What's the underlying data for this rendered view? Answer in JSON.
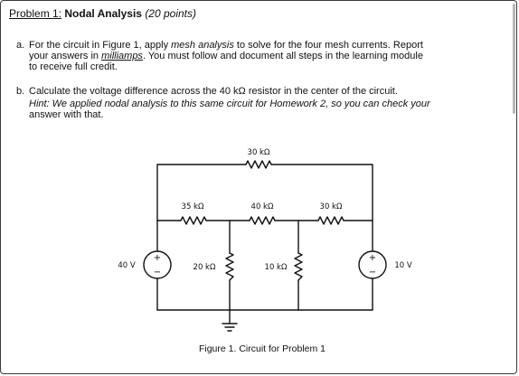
{
  "problem": {
    "prefix": "Problem 1:",
    "title": "Nodal Analysis",
    "points": "(20 points)"
  },
  "item_a": {
    "marker": "a.",
    "l1_pre": "For the circuit in Figure 1, apply ",
    "l1_em": "mesh analysis",
    "l1_post": " to solve for the four mesh currents. Report",
    "l2_pre": "your answers in ",
    "l2_u": "milliamps",
    "l2_post": ". You must follow and document all steps in the learning module",
    "l3": "to receive full credit."
  },
  "item_b": {
    "marker": "b.",
    "l1": "Calculate the voltage difference across the 40 kΩ resistor in the center of the circuit.",
    "l2": "Hint: We applied nodal analysis to this same circuit for Homework 2, so you can check your",
    "l3": "answer with that."
  },
  "circuit": {
    "r_top": "30 kΩ",
    "r_mid_left": "35 kΩ",
    "r_mid_center": "40 kΩ",
    "r_mid_right": "30 kΩ",
    "r_vert_left": "20 kΩ",
    "r_vert_right": "10 kΩ",
    "v_left": "40 V",
    "v_right": "10 V",
    "plus": "+",
    "minus": "−"
  },
  "caption": "Figure 1. Circuit for Problem 1"
}
